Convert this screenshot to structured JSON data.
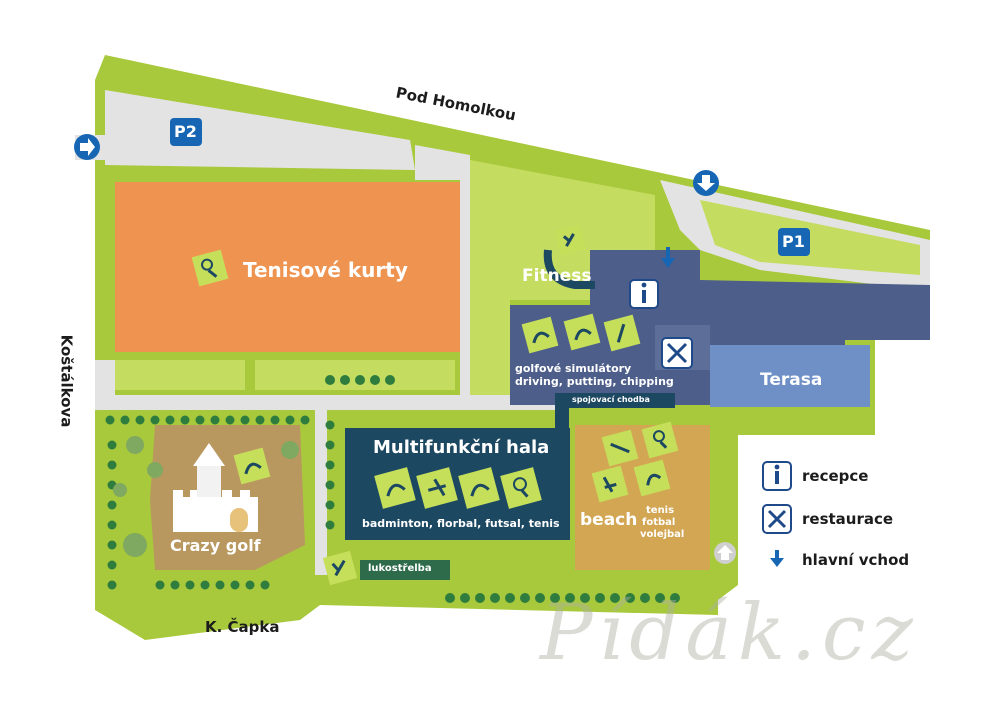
{
  "roads": {
    "top": "Pod Homolkou",
    "left": "Koštálkova",
    "bottom": "K. Čapka"
  },
  "parking": {
    "p1": "P1",
    "p2": "P2"
  },
  "areas": {
    "tennis": "Tenisové kurty",
    "fitness": "Fitness",
    "golf_sim_line1": "golfové simulátory",
    "golf_sim_line2": "driving, putting, chipping",
    "terrace": "Terasa",
    "corridor": "spojovací chodba",
    "hall_title": "Multifunkční hala",
    "hall_sub": "badminton, florbal, futsal, tenis",
    "beach": "beach",
    "beach_sub1": "tenis",
    "beach_sub2": "fotbal",
    "beach_sub3": "volejbal",
    "crazy_golf": "Crazy golf",
    "archery": "lukostřelba"
  },
  "legend": {
    "reception": "recepce",
    "restaurant": "restaurace",
    "entrance": "hlavní vchod"
  },
  "watermark": "Pídák.cz",
  "colors": {
    "grass": "#a9c93c",
    "light_grass": "#c4dc60",
    "tennis": "#ef9450",
    "building": "#4d5e8a",
    "terrace": "#6f8fc7",
    "hall": "#1c4862",
    "beach": "#d3a653",
    "crazy": "#b9985f",
    "road": "#e3e3e3",
    "sign_blue": "#1766b4"
  }
}
